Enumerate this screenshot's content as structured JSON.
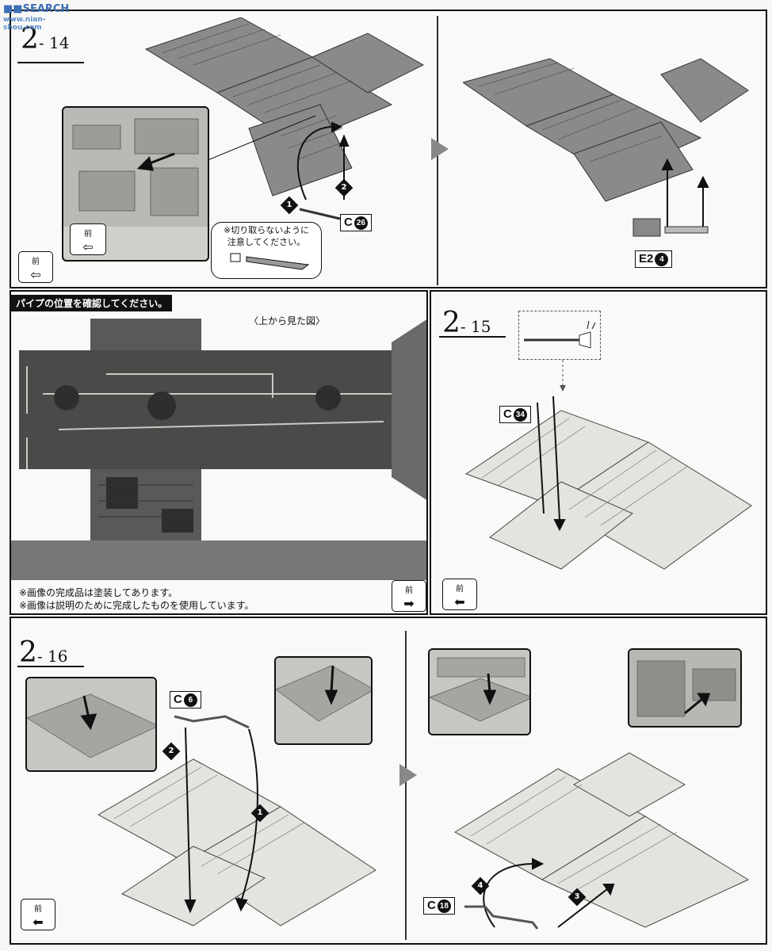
{
  "watermark": {
    "text": "SEARCH",
    "sub": "www.nian-shou.com"
  },
  "step_2_14": {
    "step_main": "2",
    "step_sub": "- 14",
    "part_tag": "C",
    "part_num": "26",
    "callout": [
      "※切り取らないように",
      "注意してください。"
    ],
    "front_label": "前",
    "inset_front_label": "前",
    "badges": [
      "1",
      "2"
    ],
    "result_part_tag": "E2",
    "result_part_num": "4"
  },
  "pipe_check": {
    "banner": "パイプの位置を確認してください。",
    "view_label": "〈上から見た図〉",
    "notes": [
      "※画像の完成品は塗装してあります。",
      "※画像は説明のために完成したものを使用しています。"
    ],
    "front_label": "前"
  },
  "step_2_15": {
    "step_main": "2",
    "step_sub": "- 15",
    "part_tag": "C",
    "part_num": "34",
    "front_label": "前"
  },
  "step_2_16": {
    "step_main": "2",
    "step_sub": "- 16",
    "part_tag_left": "C",
    "part_num_left": "6",
    "part_tag_right": "C",
    "part_num_right": "18",
    "badges": [
      "2",
      "1",
      "4",
      "3"
    ],
    "front_label": "前"
  }
}
